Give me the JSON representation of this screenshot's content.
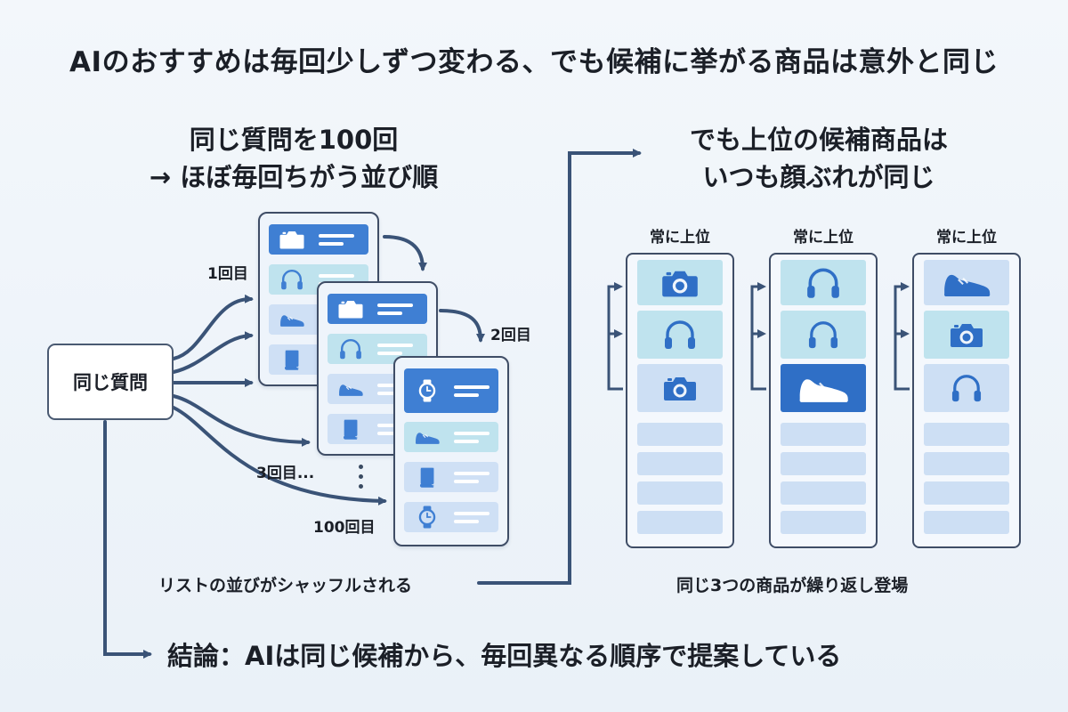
{
  "title": "AIのおすすめは毎回少しずつ変わる、でも候補に挙がる商品は意外と同じ",
  "left": {
    "heading_line1": "同じ質問を100回",
    "heading_line2": "→ ほぼ毎回ちがう並び順",
    "question_box": "同じ質問",
    "run_labels": [
      "1回目",
      "2回目",
      "3回目...",
      "100回目"
    ],
    "shuffle_caption": "リストの並びがシャッフルされる"
  },
  "right": {
    "heading_line1": "でも上位の候補商品は",
    "heading_line2": "いつも顔ぶれが同じ",
    "column_labels": [
      "常に上位",
      "常に上位",
      "常に上位"
    ],
    "caption": "同じ3つの商品が繰り返し登場"
  },
  "conclusion": "結論：AIは同じ候補から、毎回異なる順序で提案している",
  "lists": {
    "run1": [
      "camera-icon",
      "headphones-icon",
      "sneaker-icon",
      "book-icon"
    ],
    "run2": [
      "camera-icon",
      "headphones-icon",
      "sneaker-icon",
      "book-icon"
    ],
    "run100": [
      "watch-icon",
      "sneaker-icon",
      "book-icon",
      "watch-icon"
    ]
  },
  "columns": {
    "col1": [
      "camera-icon",
      "headphones-icon",
      "camera-icon"
    ],
    "col2": [
      "headphones-icon",
      "headphones-icon",
      "sneaker-icon"
    ],
    "col3": [
      "sneaker-icon",
      "camera-icon",
      "headphones-icon"
    ]
  },
  "colors": {
    "accent_blue": "#3f7fd3",
    "arrow": "#3a5377",
    "highlight": "#bfe3ee"
  }
}
